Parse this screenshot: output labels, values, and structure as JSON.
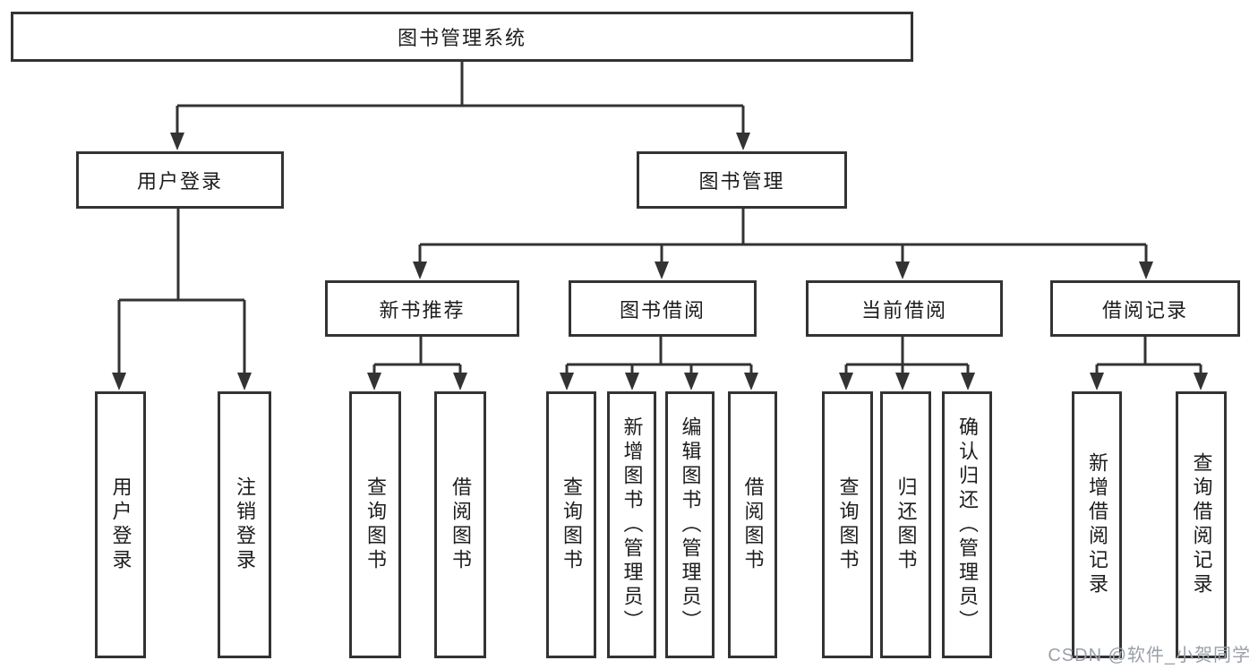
{
  "diagram": {
    "title": "图书管理系统",
    "watermark": "CSDN @软件_小贺同学",
    "colors": {
      "line": "#333333",
      "box_border": "#333333",
      "text": "#1d1d1f",
      "watermark": "#9aa0a8",
      "background": "#ffffff"
    },
    "tree": {
      "root": {
        "label": "图书管理系统"
      },
      "level2": [
        {
          "label": "用户登录",
          "parent": "图书管理系统"
        },
        {
          "label": "图书管理",
          "parent": "图书管理系统"
        }
      ],
      "level3": [
        {
          "label": "新书推荐",
          "parent": "图书管理"
        },
        {
          "label": "图书借阅",
          "parent": "图书管理"
        },
        {
          "label": "当前借阅",
          "parent": "图书管理"
        },
        {
          "label": "借阅记录",
          "parent": "图书管理"
        }
      ],
      "leaves": [
        {
          "label": "用户登录",
          "parent": "用户登录"
        },
        {
          "label": "注销登录",
          "parent": "用户登录"
        },
        {
          "label": "查询图书",
          "parent": "新书推荐"
        },
        {
          "label": "借阅图书",
          "parent": "新书推荐"
        },
        {
          "label": "查询图书",
          "parent": "图书借阅"
        },
        {
          "label": "新增图书（管理员）",
          "parent": "图书借阅"
        },
        {
          "label": "编辑图书（管理员）",
          "parent": "图书借阅"
        },
        {
          "label": "借阅图书",
          "parent": "图书借阅"
        },
        {
          "label": "查询图书",
          "parent": "当前借阅"
        },
        {
          "label": "归还图书",
          "parent": "当前借阅"
        },
        {
          "label": "确认归还（管理员）",
          "parent": "当前借阅"
        },
        {
          "label": "新增借阅记录",
          "parent": "借阅记录"
        },
        {
          "label": "查询借阅记录",
          "parent": "借阅记录"
        }
      ]
    }
  }
}
